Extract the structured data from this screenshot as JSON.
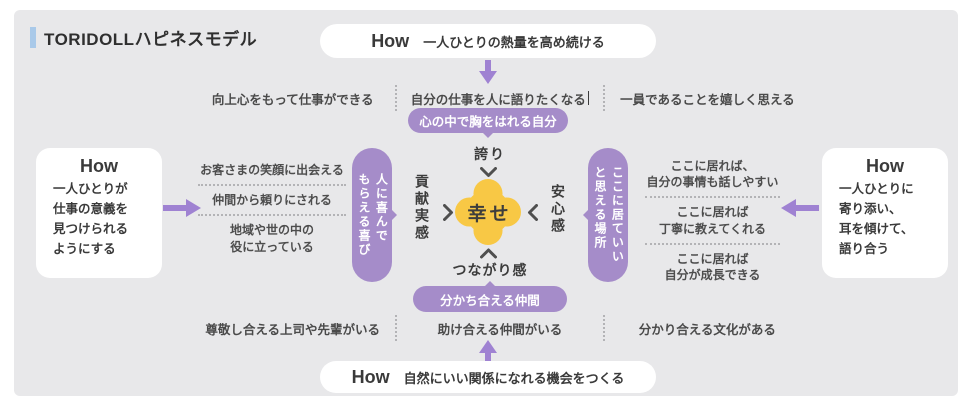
{
  "title": "TORIDOLLハピネスモデル",
  "how_top": {
    "label": "How",
    "text": "一人ひとりの熱量を高め続ける"
  },
  "how_bottom": {
    "label": "How",
    "text": "自然にいい関係になれる機会をつくる"
  },
  "how_left": {
    "label": "How",
    "text": "一人ひとりが\n仕事の意義を\n見つけられる\nようにする"
  },
  "how_right": {
    "label": "How",
    "text": "一人ひとりに\n寄り添い、\n耳を傾けて、\n語り合う"
  },
  "top_row": {
    "items": [
      "向上心をもって仕事ができる",
      "自分の仕事を人に語りたくなる",
      "一員であることを嬉しく思える"
    ]
  },
  "bottom_row": {
    "items": [
      "尊敬し合える上司や先輩がいる",
      "助け合える仲間がいる",
      "分かり合える文化がある"
    ]
  },
  "left_list": {
    "items": [
      "お客さまの笑顔に出会える",
      "仲間から頼りにされる",
      "地域や世の中の\n役に立っている"
    ]
  },
  "right_list": {
    "items": [
      "ここに居れば、\n自分の事情も話しやすい",
      "ここに居れば\n丁寧に教えてくれる",
      "ここに居れば\n自分が成長できる"
    ]
  },
  "bubbles": {
    "top": "心の中で胸をはれる自分",
    "bottom": "分かち合える仲間",
    "left": "人に喜んで\nもらえる喜び",
    "right": "ここに居ていい\nと思える場所"
  },
  "center": {
    "core": "幸せ",
    "top": "誇り",
    "bottom": "つながり感",
    "left": "貢献実感",
    "right": "安心感"
  },
  "colors": {
    "card_bg": "#e8e8ea",
    "purple_bubble": "#a58cc9",
    "purple_arrow": "#9f82d2",
    "yellow_core": "#f8c845",
    "title_bar_blue": "#a9c9e9",
    "text_dark": "#3c3c3c"
  }
}
